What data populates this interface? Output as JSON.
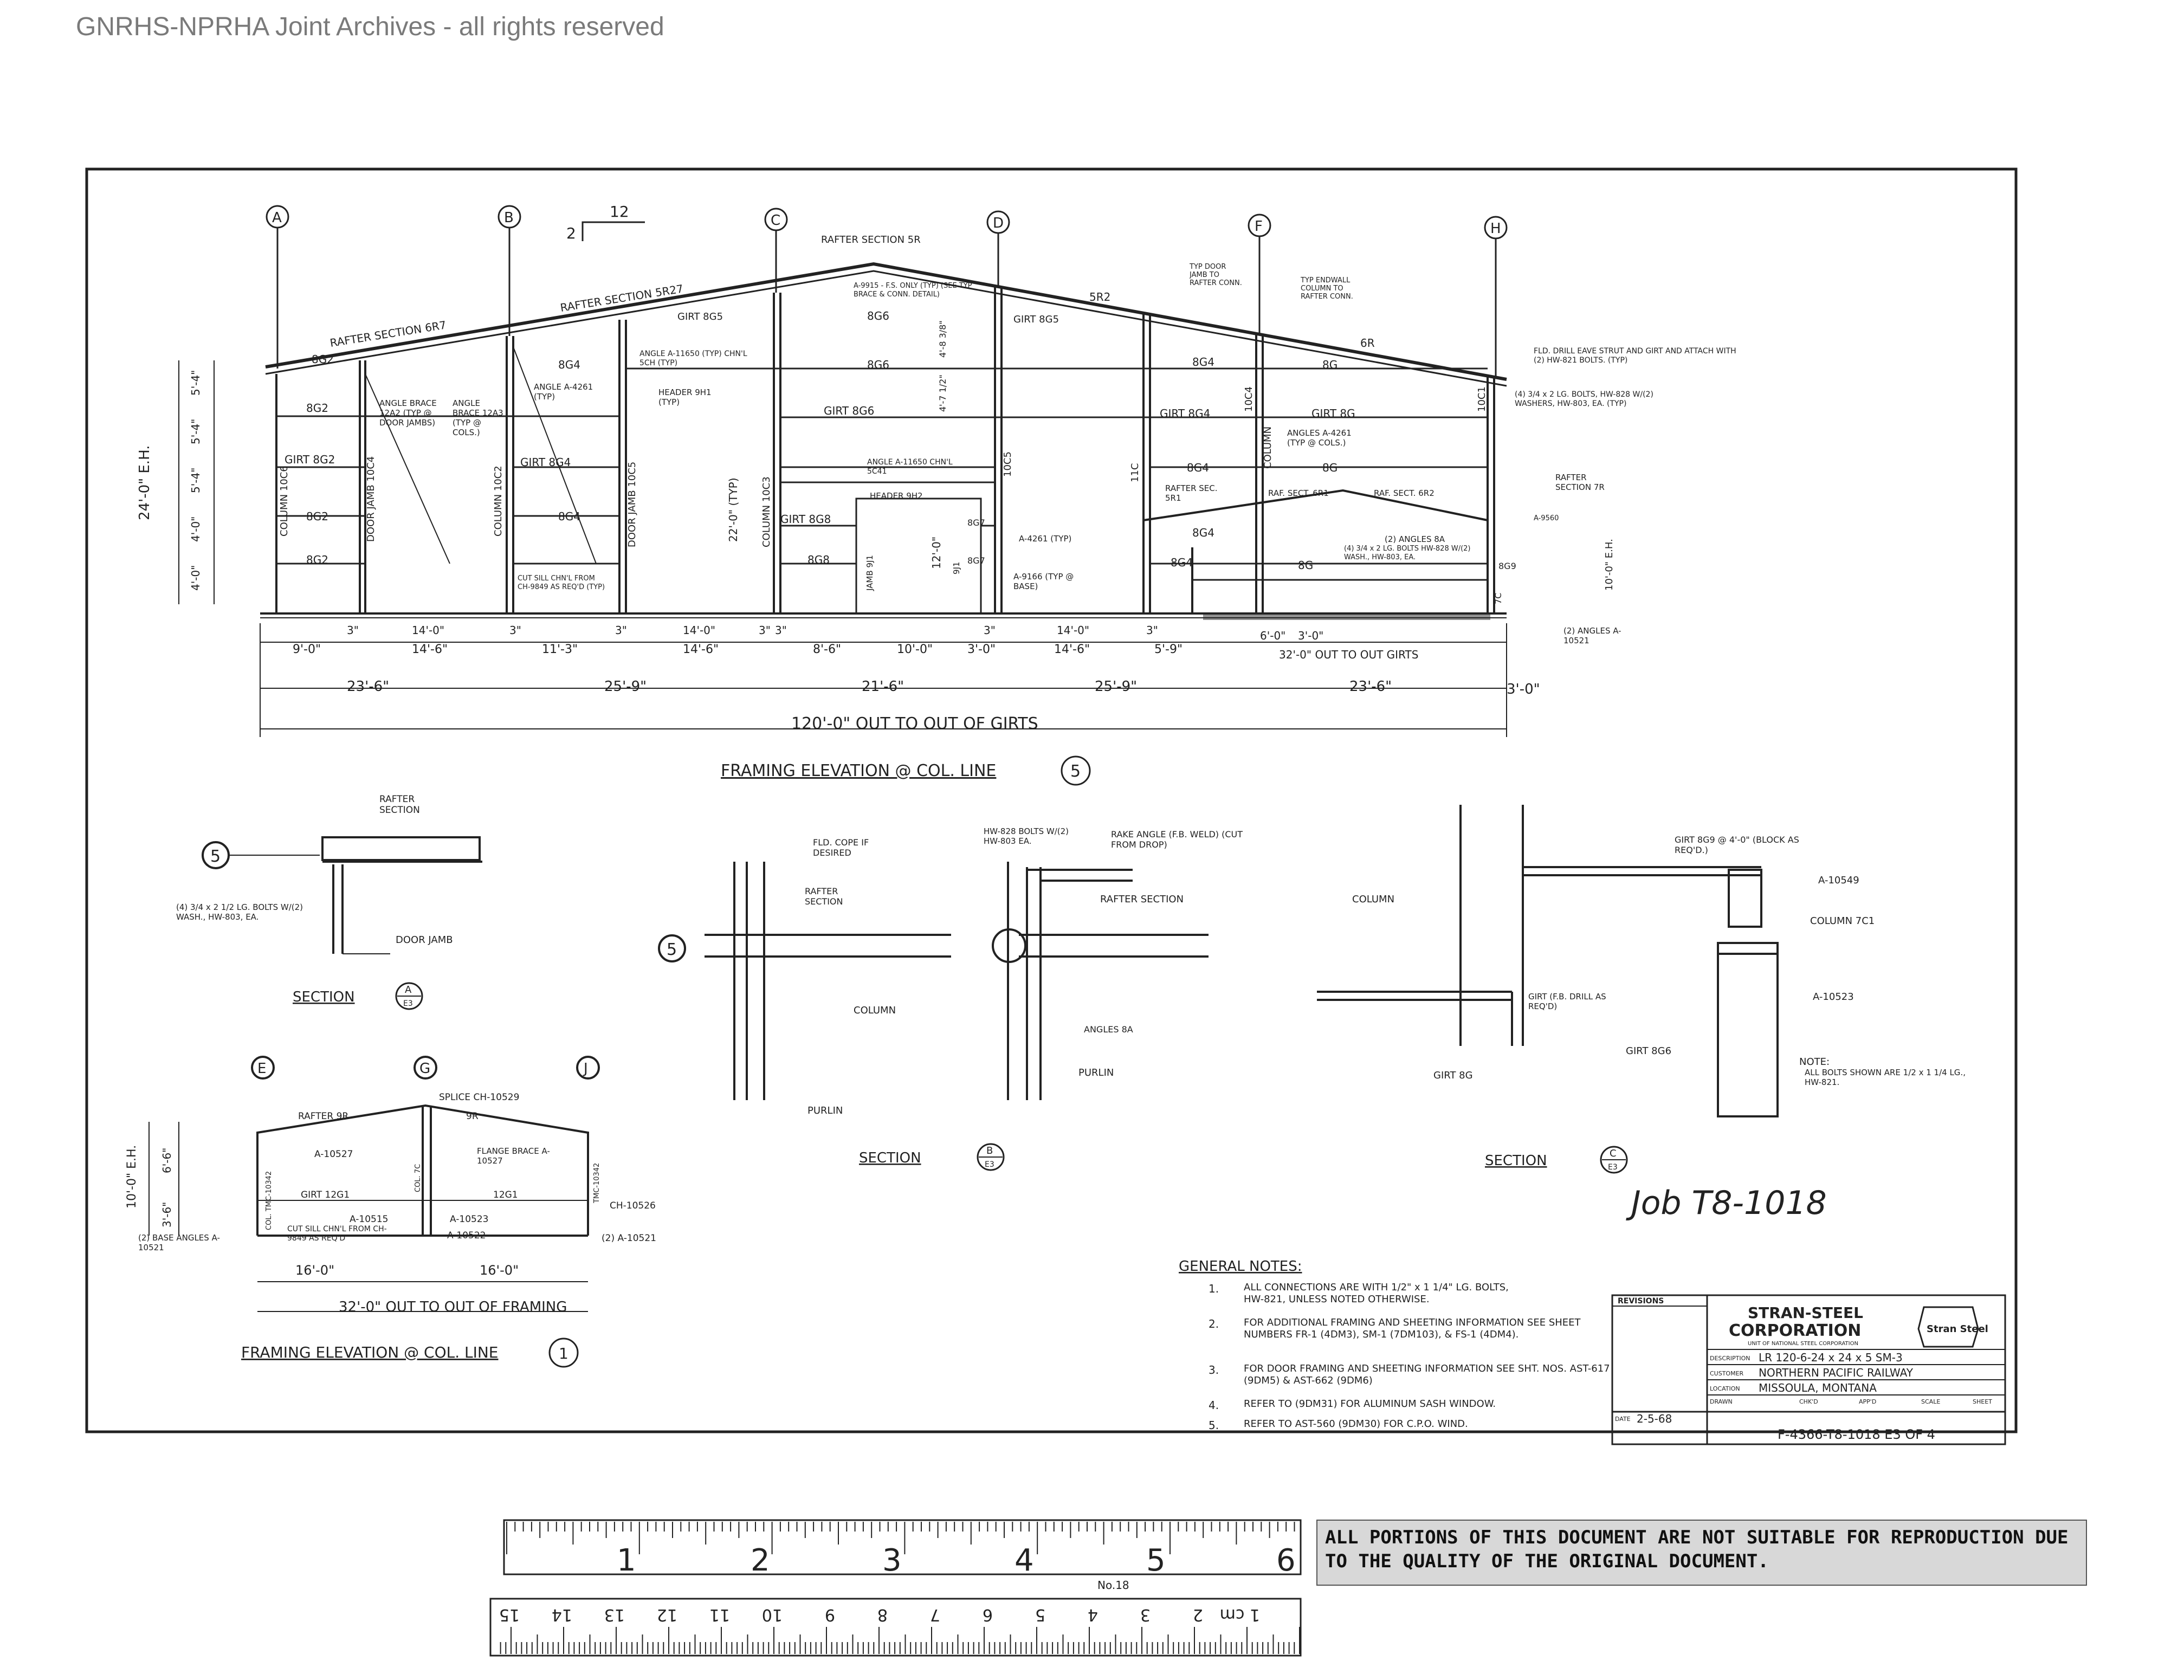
{
  "watermark": "GNRHS-NPRHA Joint Archives - all rights reserved",
  "elevation5": {
    "title": "FRAMING ELEVATION @ COL. LINE",
    "line_no": "5",
    "grid": [
      "A",
      "B",
      "C",
      "D",
      "F",
      "H"
    ],
    "pitch_rise": "12",
    "pitch_run": "2",
    "members": {
      "rafter_section_6r7": "RAFTER SECTION 6R7",
      "rafter_section_5r27": "RAFTER SECTION 5R27",
      "rafter_section_5r": "RAFTER SECTION 5R",
      "5r2": "5R2",
      "6r": "6R",
      "girt_8g5a": "GIRT 8G5",
      "girt_8g5b": "GIRT 8G5",
      "8g6": "8G6",
      "girt_8g6": "GIRT 8G6",
      "8g6b": "8G6",
      "8g4_a": "8G4",
      "8g4_b": "8G4",
      "8g4_c": "8G4",
      "8g4_d": "8G4",
      "girt_8g4_left": "GIRT 8G4",
      "girt_8g4_right": "GIRT 8G4",
      "8g2_a": "8G2",
      "8g2_b": "8G2",
      "8g2_c": "8G2",
      "8g2_d": "8G2",
      "girt_8g2": "GIRT 8G2",
      "girt_8g": "GIRT 8G",
      "8g_a": "8G",
      "8g_b": "8G",
      "8g_c": "8G",
      "girt_8g8": "GIRT 8G8",
      "8g8": "8G8",
      "8g7a": "8G7",
      "8g7b": "8G7",
      "8g9": "8G9",
      "column_10c6": "COLUMN 10C6",
      "door_jamb_10c4": "DOOR JAMB 10C4",
      "column_10c2": "COLUMN 10C2",
      "door_jamb_10c5": "DOOR JAMB 10C5",
      "column_10c3": "COLUMN 10C3",
      "col_10c5": "10C5",
      "col_11c": "11C",
      "col_10c4": "10C4",
      "column_b": "COLUMN",
      "col_10c1": "10C1",
      "col_7c": "7C",
      "angle_brace_12a2": "ANGLE BRACE 12A2 (TYP @ DOOR JAMBS)",
      "angle_brace_12a3": "ANGLE BRACE 12A3 (TYP @ COLS.)",
      "angle_a4261": "ANGLE A-4261 (TYP)",
      "angle_a11650_chnl": "ANGLE A-11650 (TYP) CHN'L 5CH (TYP)",
      "header_9h1": "HEADER 9H1 (TYP)",
      "angle_a11650_5c41": "ANGLE A-11650 CHN'L 5C41",
      "header_9h2": "HEADER 9H2",
      "jamb_9j1": "JAMB 9J1",
      "9j1": "9J1",
      "a4261_typ": "A-4261 (TYP)",
      "a9166": "A-9166 (TYP @ BASE)",
      "a9915": "A-9915 - F.S. ONLY (TYP) (SEE TYP BRACE & CONN. DETAIL)",
      "angles_a4261_cols": "ANGLES A-4261 (TYP @ COLS.)",
      "rafter_sec_5r1": "RAFTER SEC. 5R1",
      "raf_sect_6r1": "RAF. SECT. 6R1",
      "raf_sect_6r2": "RAF. SECT. 6R2",
      "rafter_section_7r": "RAFTER SECTION 7R",
      "angles_8a": "(2) ANGLES 8A",
      "bolts_hw828": "(4) 3/4 x 2 LG. BOLTS HW-828 W/(2) WASH., HW-803, EA.",
      "bolts_hw828_b": "(4) 3/4 x 2 LG. BOLTS, HW-828 W/(2) WASHERS, HW-803, EA. (TYP)",
      "typ_door_jamb": "TYP DOOR JAMB TO RAFTER CONN.",
      "typ_endwall": "TYP ENDWALL COLUMN TO RAFTER CONN.",
      "fld_drill": "FLD. DRILL EAVE STRUT AND GIRT AND ATTACH WITH (2) HW-821 BOLTS. (TYP)",
      "cut_sill": "CUT SILL CHN'L FROM CH-9849 AS REQ'D (TYP)",
      "angles_a10521": "(2) ANGLES A-10521",
      "a9560": "A-9560"
    },
    "heights": [
      "5'-4\"",
      "5'-4\"",
      "5'-4\"",
      "4'-0\"",
      "4'-0\""
    ],
    "eave_height": "24'-0\" E.H.",
    "door_h1": "22'-0\" (TYP)",
    "door_h2": "12'-0\"",
    "dim_4_8": "4'-8 3/8\"",
    "dim_4_7": "4'-7 1/2\"",
    "endwall_eh": "10'-0\" E.H.",
    "dims_row1": [
      "3\"",
      "14'-0\"",
      "3\"",
      "3\"",
      "14'-0\"",
      "3\"",
      "3\"",
      "3\"",
      "14'-0\"",
      "3\"",
      "6'-0\"",
      "3'-0\""
    ],
    "dims_row2": [
      "9'-0\"",
      "14'-6\"",
      "11'-3\"",
      "14'-6\"",
      "8'-6\"",
      "10'-0\"",
      "3'-0\"",
      "14'-6\"",
      "5'-9\"",
      "32'-0\" OUT TO OUT GIRTS"
    ],
    "dims_row3": [
      "23'-6\"",
      "25'-9\"",
      "21'-6\"",
      "25'-9\"",
      "23'-6\"",
      "3'-0\""
    ],
    "overall": "120'-0\" OUT TO OUT OF GIRTS"
  },
  "section_a": {
    "title": "SECTION",
    "letter": "A",
    "sheet": "E3",
    "grid": "5",
    "rafter": "RAFTER SECTION",
    "bolts": "(4) 3/4 x 2 1/2 LG. BOLTS W/(2) WASH., HW-803, EA.",
    "jamb": "DOOR JAMB"
  },
  "section_b": {
    "title": "SECTION",
    "letter": "B",
    "sheet": "E3",
    "grid": "5",
    "fld_cope": "FLD. COPE IF DESIRED",
    "rafter_l": "RAFTER SECTION",
    "bolts": "HW-828 BOLTS W/(2) HW-803 EA.",
    "rake": "RAKE ANGLE (F.B. WELD) (CUT FROM DROP)",
    "rafter_r": "RAFTER SECTION",
    "column": "COLUMN",
    "angles": "ANGLES 8A",
    "purlin_l": "PURLIN",
    "purlin_r": "PURLIN"
  },
  "section_c": {
    "title": "SECTION",
    "letter": "C",
    "sheet": "E3",
    "girt_8g9": "GIRT 8G9 @ 4'-0\" (BLOCK AS REQ'D.)",
    "a10549": "A-10549",
    "column": "COLUMN",
    "column_7c1": "COLUMN 7C1",
    "a10523": "A-10523",
    "girt_fld": "GIRT (F.B. DRILL AS REQ'D)",
    "girt_8g": "GIRT 8G",
    "girt_8g6": "GIRT 8G6",
    "note_h": "NOTE:",
    "note": "ALL BOLTS SHOWN ARE 1/2 x 1 1/4 LG., HW-821."
  },
  "elevation1": {
    "title": "FRAMING ELEVATION @ COL. LINE",
    "line_no": "1",
    "grid": [
      "E",
      "G",
      "J"
    ],
    "rafter_9r": "RAFTER 9R",
    "9r": "9R",
    "splice": "SPLICE CH-10529",
    "a10527_l": "A-10527",
    "flange_brace": "FLANGE BRACE A-10527",
    "girt_12g1": "GIRT 12G1",
    "12g1": "12G1",
    "a10515": "A-10515",
    "a10523": "A-10523",
    "cut_sill": "CUT SILL CHN'L FROM CH-9849 AS REQ'D",
    "a10522": "A-10522",
    "ch10526": "CH-10526",
    "base_angles": "(2) BASE ANGLES A-10521",
    "a10521": "(2) A-10521",
    "col_l": "COL. TMC-10342",
    "col_c": "COL. 7C",
    "col_r": "TMC-10342",
    "eh": "10'-0\" E.H.",
    "h1": "6'-6\"",
    "h2": "3'-6\"",
    "dim_l": "16'-0\"",
    "dim_r": "16'-0\"",
    "overall": "32'-0\" OUT TO OUT OF FRAMING"
  },
  "notes": {
    "heading": "GENERAL NOTES:",
    "items": [
      {
        "n": "1.",
        "text": "ALL CONNECTIONS ARE WITH 1/2\" x 1 1/4\" LG. BOLTS, HW-821, UNLESS NOTED OTHERWISE."
      },
      {
        "n": "2.",
        "text": "FOR ADDITIONAL FRAMING AND SHEETING INFORMATION SEE SHEET NUMBERS FR-1 (4DM3), SM-1 (7DM103), & FS-1 (4DM4)."
      },
      {
        "n": "3.",
        "text": "FOR DOOR FRAMING AND SHEETING INFORMATION SEE SHT. NOS. AST-617 (9DM5) & AST-662 (9DM6)"
      },
      {
        "n": "4.",
        "text": "REFER TO (9DM31) FOR ALUMINUM SASH WINDOW."
      },
      {
        "n": "5.",
        "text": "REFER TO AST-560 (9DM30) FOR C.P.O. WIND."
      }
    ]
  },
  "title_block": {
    "revisions": "REVISIONS",
    "company": "STRAN-STEEL",
    "company2": "CORPORATION",
    "sub": "UNIT OF NATIONAL STEEL CORPORATION",
    "logo": "Stran Steel",
    "description_label": "DESCRIPTION",
    "description": "LR 120-6-24 x 24 x 5 SM-3",
    "customer_label": "CUSTOMER",
    "customer": "NORTHERN PACIFIC RAILWAY",
    "location_label": "LOCATION",
    "location": "MISSOULA, MONTANA",
    "date_label": "DATE",
    "date": "2-5-68",
    "drawn_label": "DRAWN",
    "checked_label": "CHK'D",
    "approved_label": "APP'D",
    "sheet_label": "SHEET",
    "scale_label": "SCALE",
    "dwg_no": "F-4366-T8-1018 E3 OF 4",
    "handwritten": "Job T8-1018"
  },
  "ruler": {
    "inches": [
      "1",
      "2",
      "3",
      "4",
      "5",
      "6"
    ],
    "cm": [
      "1 cm",
      "2",
      "3",
      "4",
      "5",
      "6",
      "7",
      "8",
      "9",
      "10",
      "11",
      "12",
      "13",
      "14",
      "15"
    ],
    "brand": "No.18",
    "banner": "ALL PORTIONS OF THIS DOCUMENT ARE NOT SUITABLE FOR REPRODUCTION DUE TO THE QUALITY OF THE ORIGINAL DOCUMENT."
  }
}
